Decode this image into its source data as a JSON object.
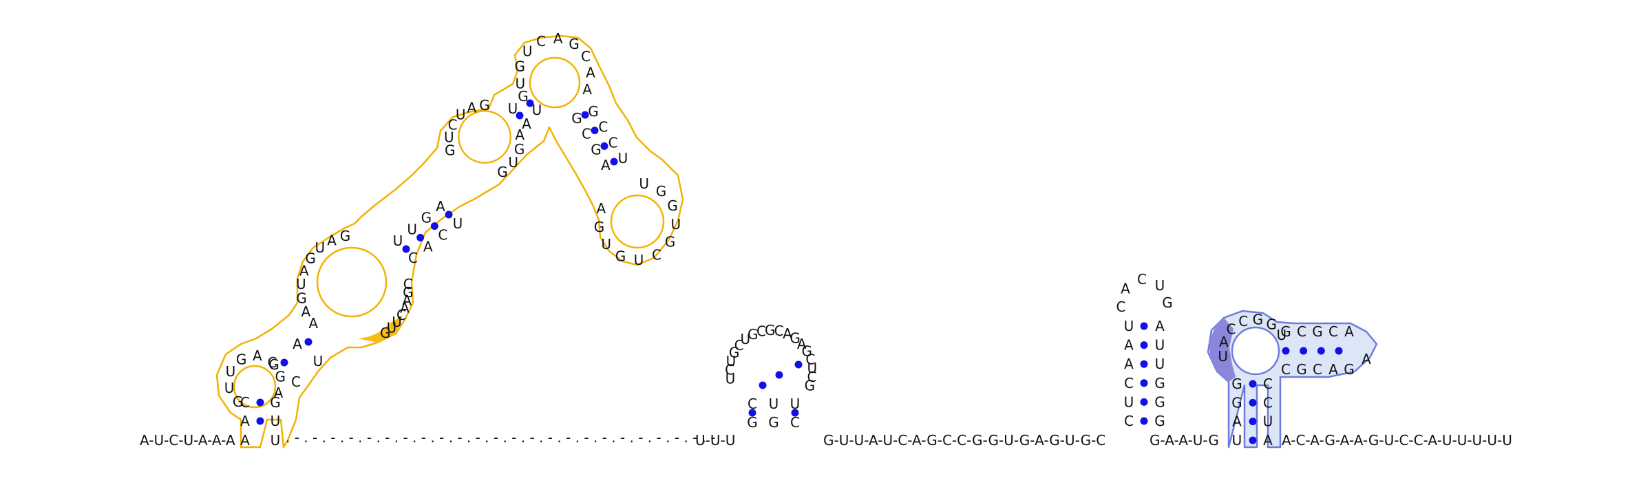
{
  "diagram": {
    "type": "rna-secondary-structure",
    "colors": {
      "outline_orange": "#f2b200",
      "fill_orange": "#f7bd16",
      "outline_blue": "#6f7bdc",
      "fill_blue": "#dce6f7",
      "fill_purple": "#8b86dc",
      "base_pair_dot": "#1010e8",
      "text": "#111111",
      "backbone": "#777777"
    },
    "backbone": {
      "left_tail": "A-U-C-U-A-A-A",
      "gap_after_stem": "U",
      "unstructured_gap": ". - . - . - . - . - . - . - . - . - . - . - . - . - . - . - . - . - . - . - . - . - . - . - . -",
      "middle_run": "U-U-U",
      "linker": "G-U-U-A-U-C-A-G-C-C-G-G-U-G-A-G-U-G-C",
      "linker_2": "G-A-A-U-G",
      "right_tail": "A-C-A-G-A-A-G-U-C-C-A-U-U-U-U-U"
    },
    "domain_orange": {
      "stem1_5p": [
        "A",
        "C"
      ],
      "stem1_3p": [
        "U",
        "G"
      ],
      "loop1": [
        "G",
        "U",
        "U",
        "G",
        "A",
        "C",
        "G",
        "A"
      ],
      "stem2_5p": [
        "G",
        "A"
      ],
      "stem2_3p": [
        "C",
        "U"
      ],
      "loop2_left": [
        "A",
        "A",
        "G",
        "U",
        "A",
        "G",
        "U",
        "A",
        "G"
      ],
      "loop2_right": [
        "G",
        "U",
        "U",
        "C",
        "A",
        "A",
        "G",
        "C"
      ],
      "stem3_5p": [
        "U",
        "U",
        "G",
        "A"
      ],
      "stem3_3p": [
        "C",
        "A",
        "C",
        "U"
      ],
      "loop3": [
        "G",
        "U",
        "C",
        "U",
        "A",
        "G"
      ],
      "loop3_right": [
        "G",
        "U",
        "G",
        "A"
      ],
      "stem4_5p": [
        "U",
        "G"
      ],
      "stem4_3p": [
        "A",
        "U"
      ],
      "loop4": [
        "U",
        "G",
        "U",
        "C",
        "A",
        "G",
        "C",
        "A",
        "A"
      ],
      "branch_stem": [
        "G",
        "C",
        "G",
        "A"
      ],
      "branch_stem_3p": [
        "G",
        "C",
        "C",
        "U"
      ],
      "branch_loop": [
        "U",
        "G",
        "G",
        "U",
        "G",
        "C",
        "U",
        "G",
        "U",
        "G",
        "A"
      ],
      "highlight": [
        "G",
        "U",
        "U",
        "C"
      ]
    },
    "hairpin_small": {
      "stem_5p": [
        "G",
        "G",
        "C"
      ],
      "stem_3p": [
        "C",
        "U",
        "U"
      ],
      "loop": [
        "U",
        "C",
        "U",
        "G",
        "C",
        "U",
        "G",
        "C",
        "G",
        "C",
        "A",
        "G",
        "A",
        "G",
        "C",
        "U",
        "C",
        "G"
      ]
    },
    "hairpin_tall": {
      "stem_5p": [
        "C",
        "U",
        "C",
        "A",
        "A",
        "U"
      ],
      "stem_3p": [
        "G",
        "G",
        "G",
        "U",
        "U",
        "A"
      ],
      "loop": [
        "C",
        "A",
        "C",
        "U",
        "G"
      ]
    },
    "domain_blue": {
      "stem_left": [
        "G",
        "G",
        "A",
        "U"
      ],
      "stem_right": [
        "C",
        "C",
        "U",
        "A"
      ],
      "loop": [
        "U",
        "A",
        "C",
        "C",
        "G",
        "G",
        "U"
      ],
      "branch_top": [
        "G",
        "C",
        "G",
        "C",
        "A"
      ],
      "branch_bottom": [
        "C",
        "G",
        "C",
        "A",
        "G"
      ],
      "branch_end": [
        "A"
      ],
      "highlight": [
        "U",
        "G",
        "G",
        "U"
      ]
    }
  }
}
